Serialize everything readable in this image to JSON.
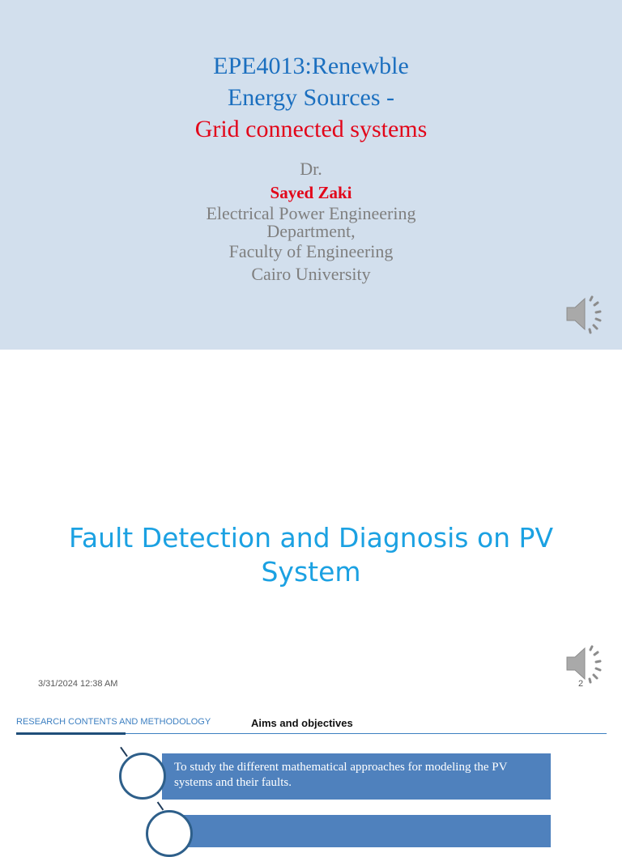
{
  "slide1": {
    "title_line1": "EPE4013:Renewble",
    "title_line2": "Energy Sources -",
    "title_line3": "Grid connected systems",
    "dr": "Dr.",
    "name": "Sayed Zaki",
    "dept_line1": "Electrical Power Engineering",
    "dept_line2": "Department,",
    "faculty": "Faculty of Engineering",
    "university": "Cairo University",
    "audio_icon": "speaker-icon"
  },
  "slide2": {
    "title": "Fault Detection and Diagnosis on PV System",
    "date": "3/31/2024 12:38 AM",
    "slide_number": "2",
    "audio_icon": "speaker-icon"
  },
  "slide3": {
    "section": "RESEARCH CONTENTS AND METHODOLOGY",
    "heading": "Aims and objectives",
    "objectives": [
      "To study the different mathematical approaches for modeling the PV systems and their faults.",
      ""
    ]
  },
  "colors": {
    "slide1_bg": "#d2dfed",
    "title_blue": "#1b6fbf",
    "accent_red": "#e2061a",
    "slide2_title": "#1ba1e2",
    "objective_box": "#4f81bd"
  }
}
